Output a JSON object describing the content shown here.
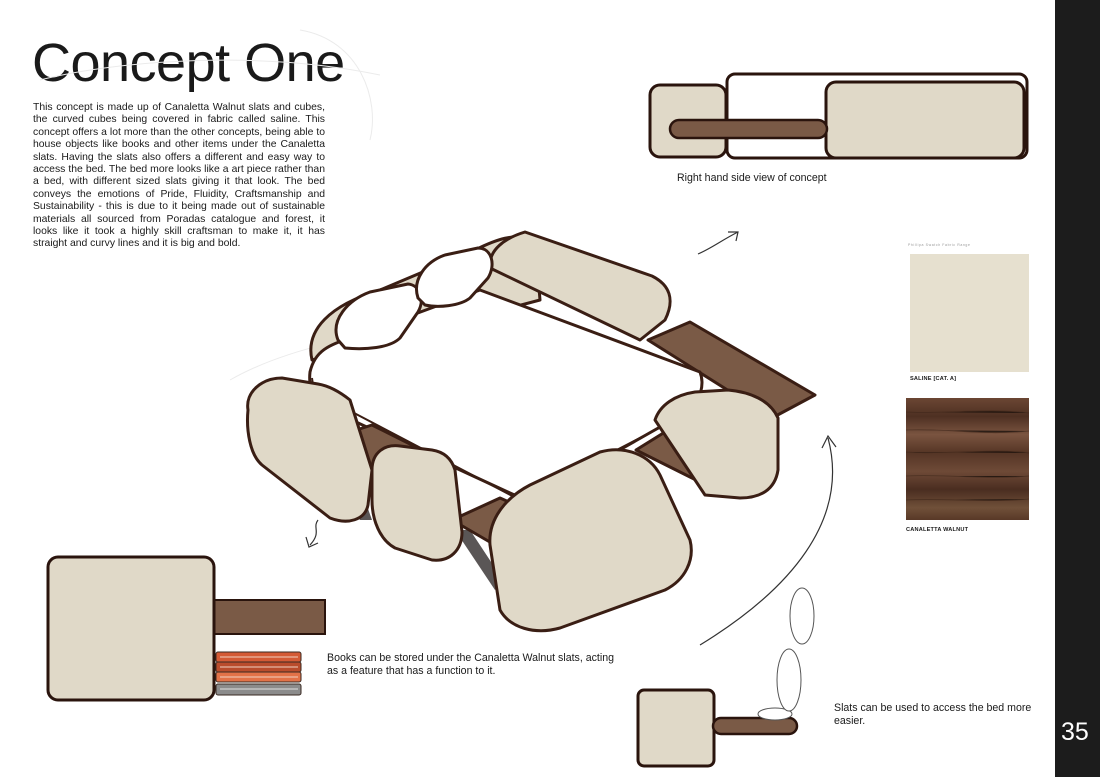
{
  "title": "Concept One",
  "intro": "This concept is made up of Canaletta Walnut slats and cubes, the curved cubes being covered in fabric called saline. This concept offers a lot more than the other concepts, being able to house objects like books and other items under the Canaletta slats. Having the slats also offers a different and easy way to access the bed. The bed more looks like a art piece rather than a bed, with different sized slats giving it that look. The bed conveys the emotions of Pride, Fluidity, Craftsmanship and Sustainability - this is due to it being made out of sustainable materials all sourced from Poradas catalogue and forest, it looks like it took a highly skill craftsman to make it, it has straight and curvy lines and it is big and bold.",
  "captions": {
    "side_view": "Right hand side view of concept",
    "books": "Books can be stored under the Canaletta Walnut slats, acting as a feature that has a function to it.",
    "slats": "Slats can be used to access the bed more easier."
  },
  "swatches": {
    "saline_label": "SALINE [CAT. A]",
    "walnut_label": "CANALETTA WALNUT",
    "saline_header": "Phillipa Swatch Fabric Range"
  },
  "page_number": "35",
  "colors": {
    "fabric": "#e0d9c8",
    "walnut": "#7a5a46",
    "outline": "#3a1e14",
    "sidebar": "#1c1c1c"
  }
}
